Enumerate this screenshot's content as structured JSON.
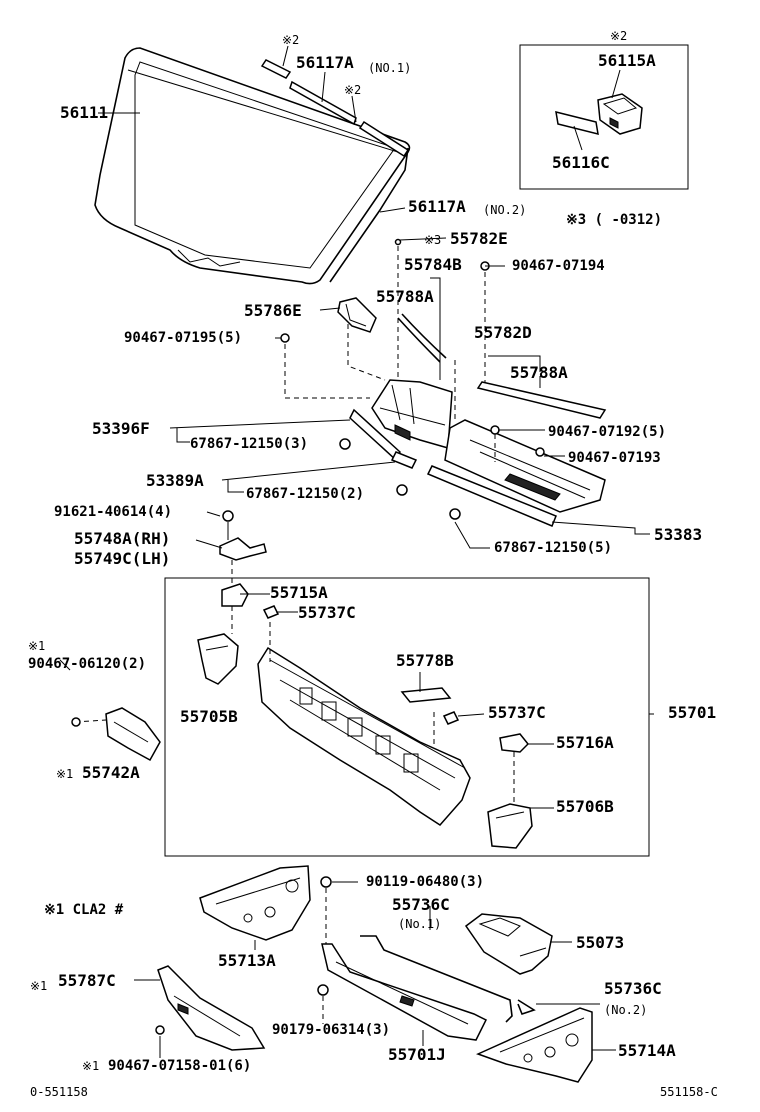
{
  "labels": {
    "p56111": "56111",
    "p56117A_1": "56117A",
    "no1": "(NO.1)",
    "mark2_a": "※2",
    "mark2_b": "※2",
    "mark2_box": "※2",
    "p56115A": "56115A",
    "p56116C": "56116C",
    "p56117A_2": "56117A",
    "no2": "(NO.2)",
    "mark3_range": "※3 (     -0312)",
    "p55782E": "55782E",
    "mark3": "※3",
    "p55784B": "55784B",
    "p90467_07194": "90467-07194",
    "p55786E": "55786E",
    "p55788A_1": "55788A",
    "p90467_07195": "90467-07195(5)",
    "p55782D": "55782D",
    "p55788A_2": "55788A",
    "p53396F": "53396F",
    "p67867_12150_3": "67867-12150(3)",
    "p90467_07192": "90467-07192(5)",
    "p90467_07193": "90467-07193",
    "p53389A": "53389A",
    "p67867_12150_2": "67867-12150(2)",
    "p91621_40614": "91621-40614(4)",
    "p53383": "53383",
    "p55748A": "55748A(RH)",
    "p55749C": "55749C(LH)",
    "p67867_12150_5": "67867-12150(5)",
    "p55715A": "55715A",
    "p55737C_1": "55737C",
    "mark1_a": "※1",
    "p90467_06120": "90467-06120(2)",
    "p55778B": "55778B",
    "p55705B": "55705B",
    "p55737C_2": "55737C",
    "p55701": "55701",
    "p55716A": "55716A",
    "mark1_b": "※1",
    "p55742A": "55742A",
    "p55706B": "55706B",
    "cla2": "※1 CLA2 #",
    "p90119_06480": "90119-06480(3)",
    "p55736C_1": "55736C",
    "no1b": "(No.1)",
    "p55073": "55073",
    "p55713A": "55713A",
    "mark1_c": "※1",
    "p55787C": "55787C",
    "p55736C_2": "55736C",
    "no2b": "(No.2)",
    "p90179_06314": "90179-06314(3)",
    "p55714A": "55714A",
    "mark1_d": "※1",
    "p90467_07158": "90467-07158-01(6)",
    "p55701J": "55701J",
    "footer_left": "0-551158",
    "footer_right": "551158-C"
  }
}
